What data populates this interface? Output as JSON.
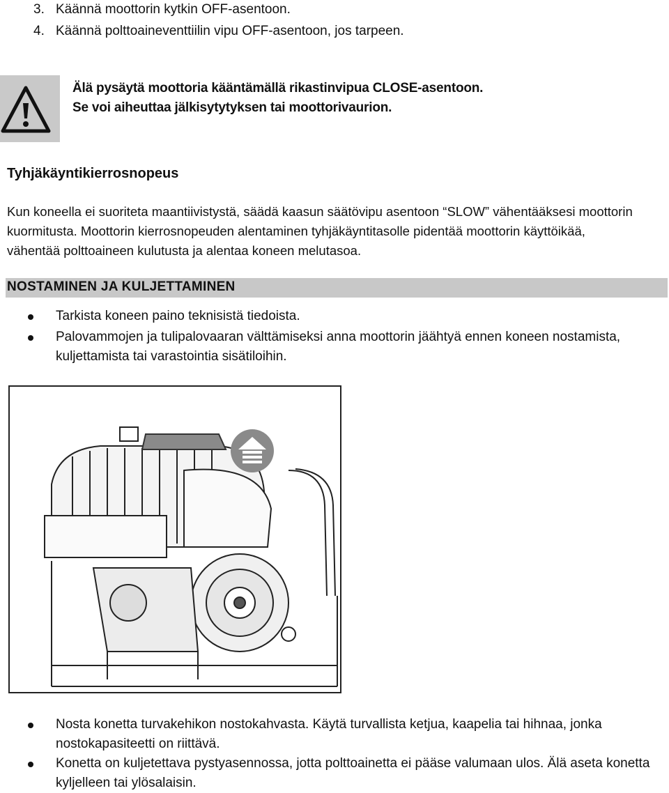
{
  "steps": [
    {
      "num": "3.",
      "text": "Käännä moottorin kytkin OFF-asentoon."
    },
    {
      "num": "4.",
      "text": "Käännä polttoaineventtiilin vipu OFF-asentoon, jos tarpeen."
    }
  ],
  "warning": {
    "icon": "warning-triangle-icon",
    "lines": [
      "Älä pysäytä moottoria kääntämällä rikastinvipua CLOSE-asentoon.",
      "Se voi aiheuttaa jälkisytytyksen tai moottorivaurion."
    ]
  },
  "idle": {
    "heading": "Tyhjäkäyntikierrosnopeus",
    "lines": [
      "Kun koneella ei suoriteta maantiivistystä, säädä kaasun säätövipu asentoon “SLOW” vähentääksesi moottorin",
      "kuormitusta. Moottorin kierrosnopeuden alentaminen tyhjäkäyntitasolle pidentää moottorin käyttöikää,",
      "vähentää polttoaineen kulutusta ja alentaa koneen melutasoa."
    ]
  },
  "section": {
    "title": "NOSTAMINEN JA KULJETTAMINEN",
    "bullets_top": [
      {
        "lines": [
          "Tarkista koneen paino teknisistä tiedoista."
        ]
      },
      {
        "lines": [
          "Palovammojen ja tulipalovaaran välttämiseksi anna moottorin jäähtyä ennen koneen nostamista,",
          "kuljettamista tai varastointia sisätiloihin."
        ]
      }
    ],
    "bullets_bottom": [
      {
        "lines": [
          "Nosta konetta turvakehikon nostokahvasta. Käytä turvallista ketjua, kaapelia tai hihnaa, jonka",
          "nostokapasiteetti on riittävä."
        ]
      },
      {
        "lines": [
          "Konetta on kuljetettava pystyasennossa, jotta polttoainetta ei pääse valumaan ulos. Älä aseta konetta",
          "kyljelleen tai ylösalaisin."
        ]
      }
    ]
  },
  "figure": {
    "icon": "lift-point-icon",
    "accent": "#8a8a8a"
  }
}
